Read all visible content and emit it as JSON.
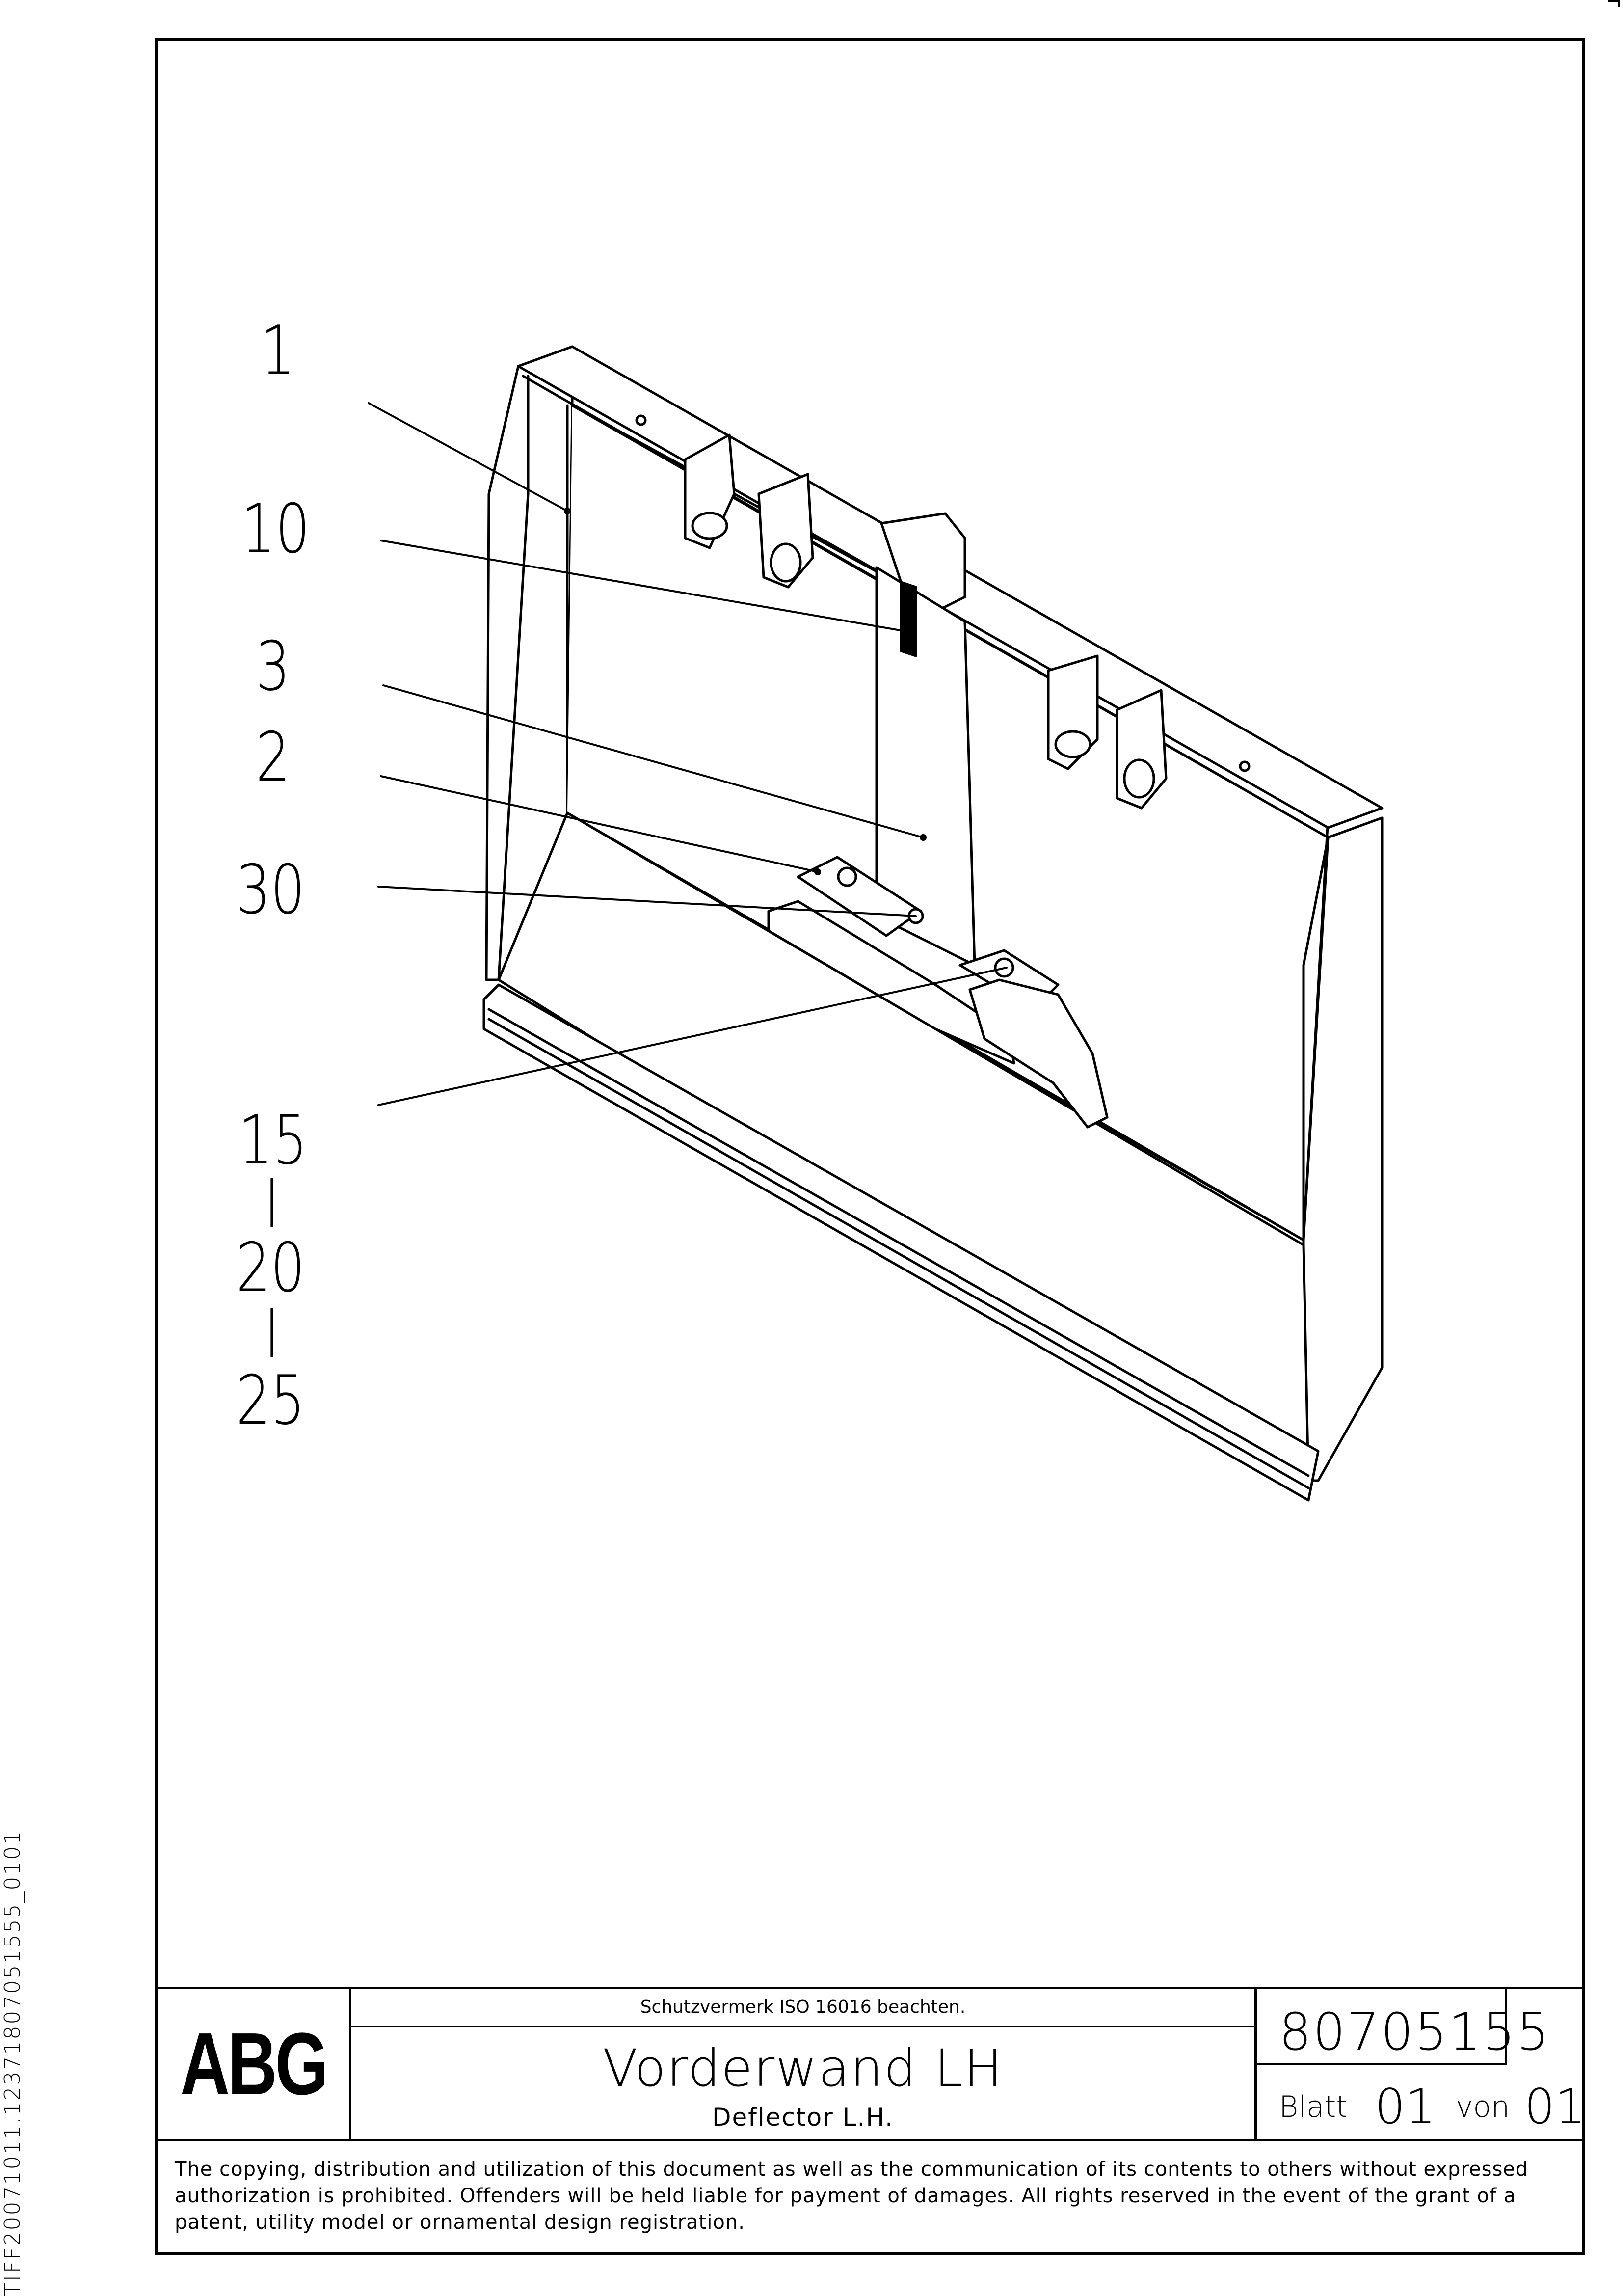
{
  "drawing": {
    "callouts": [
      "1",
      "10",
      "3",
      "2",
      "30",
      "15",
      "I",
      "20",
      "I",
      "25"
    ]
  },
  "title_block": {
    "logo": "ABG",
    "protection_notice": "Schutzvermerk ISO 16016 beachten.",
    "title_de": "Vorderwand LH",
    "title_en": "Deflector L.H.",
    "document_number": "80705155",
    "sheet_label": "Blatt",
    "sheet_number": "01",
    "of_label": "von",
    "sheet_total": "01"
  },
  "footer": {
    "copyright_notice": "The copying, distribution and utilization of this document as well as the communication of its contents to others without expressed authorization is prohibited. Offenders will be held liable for payment of damages. All rights reserved in the event of the grant of a patent, utility model or ornamental design registration."
  },
  "side_label": "TIFF20071011.12371807051555_0101"
}
